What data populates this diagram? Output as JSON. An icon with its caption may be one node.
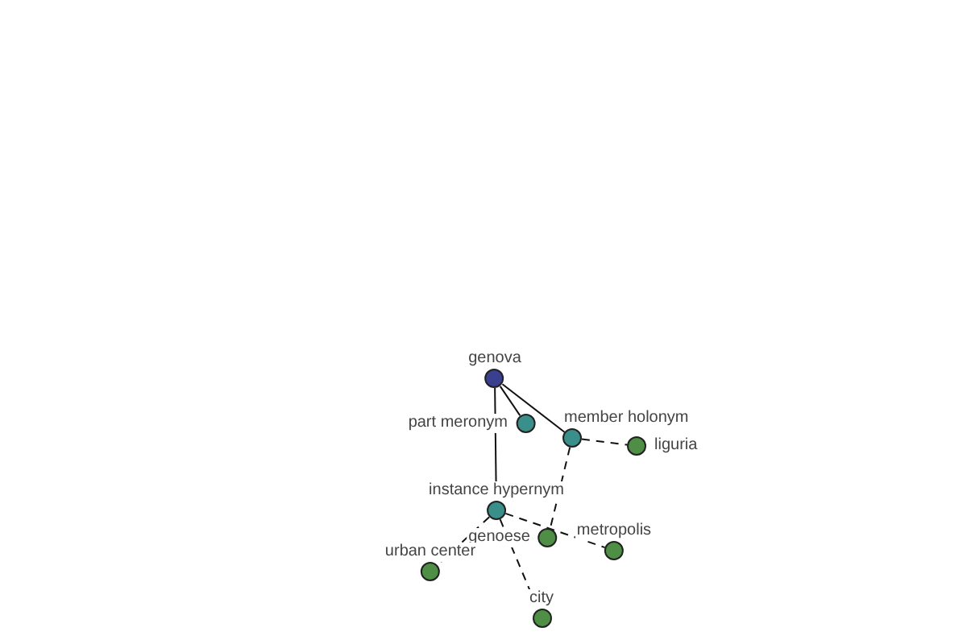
{
  "diagram": {
    "nodes": [
      {
        "text": [
          "genova"
        ]
      },
      {
        "text": [
          "part meronym"
        ]
      },
      {
        "text": [
          "member holonym"
        ]
      },
      {
        "text": [
          "liguria"
        ]
      },
      {
        "text": [
          "instance hypernym"
        ]
      },
      {
        "text": [
          "genoese"
        ]
      },
      {
        "text": [
          "metropolis"
        ]
      },
      {
        "text": [
          "urban center"
        ]
      },
      {
        "text": [
          "city"
        ]
      }
    ],
    "edges": [
      {
        "from": 0,
        "to": 1,
        "arrow": "none"
      },
      {
        "from": 0,
        "to": 2,
        "arrow": "none"
      },
      {
        "from": 0,
        "to": 4,
        "arrow": "none"
      },
      {
        "from": 2,
        "to": 3,
        "arrow": "none",
        "style": "dashed"
      },
      {
        "from": 2,
        "to": 5,
        "arrow": "none",
        "style": "dashed"
      },
      {
        "from": 4,
        "to": 6,
        "arrow": "none",
        "style": "dashed"
      },
      {
        "from": 4,
        "to": 7,
        "arrow": "none",
        "style": "dashed"
      },
      {
        "from": 4,
        "to": 8,
        "arrow": "none",
        "style": "dashed"
      }
    ]
  }
}
